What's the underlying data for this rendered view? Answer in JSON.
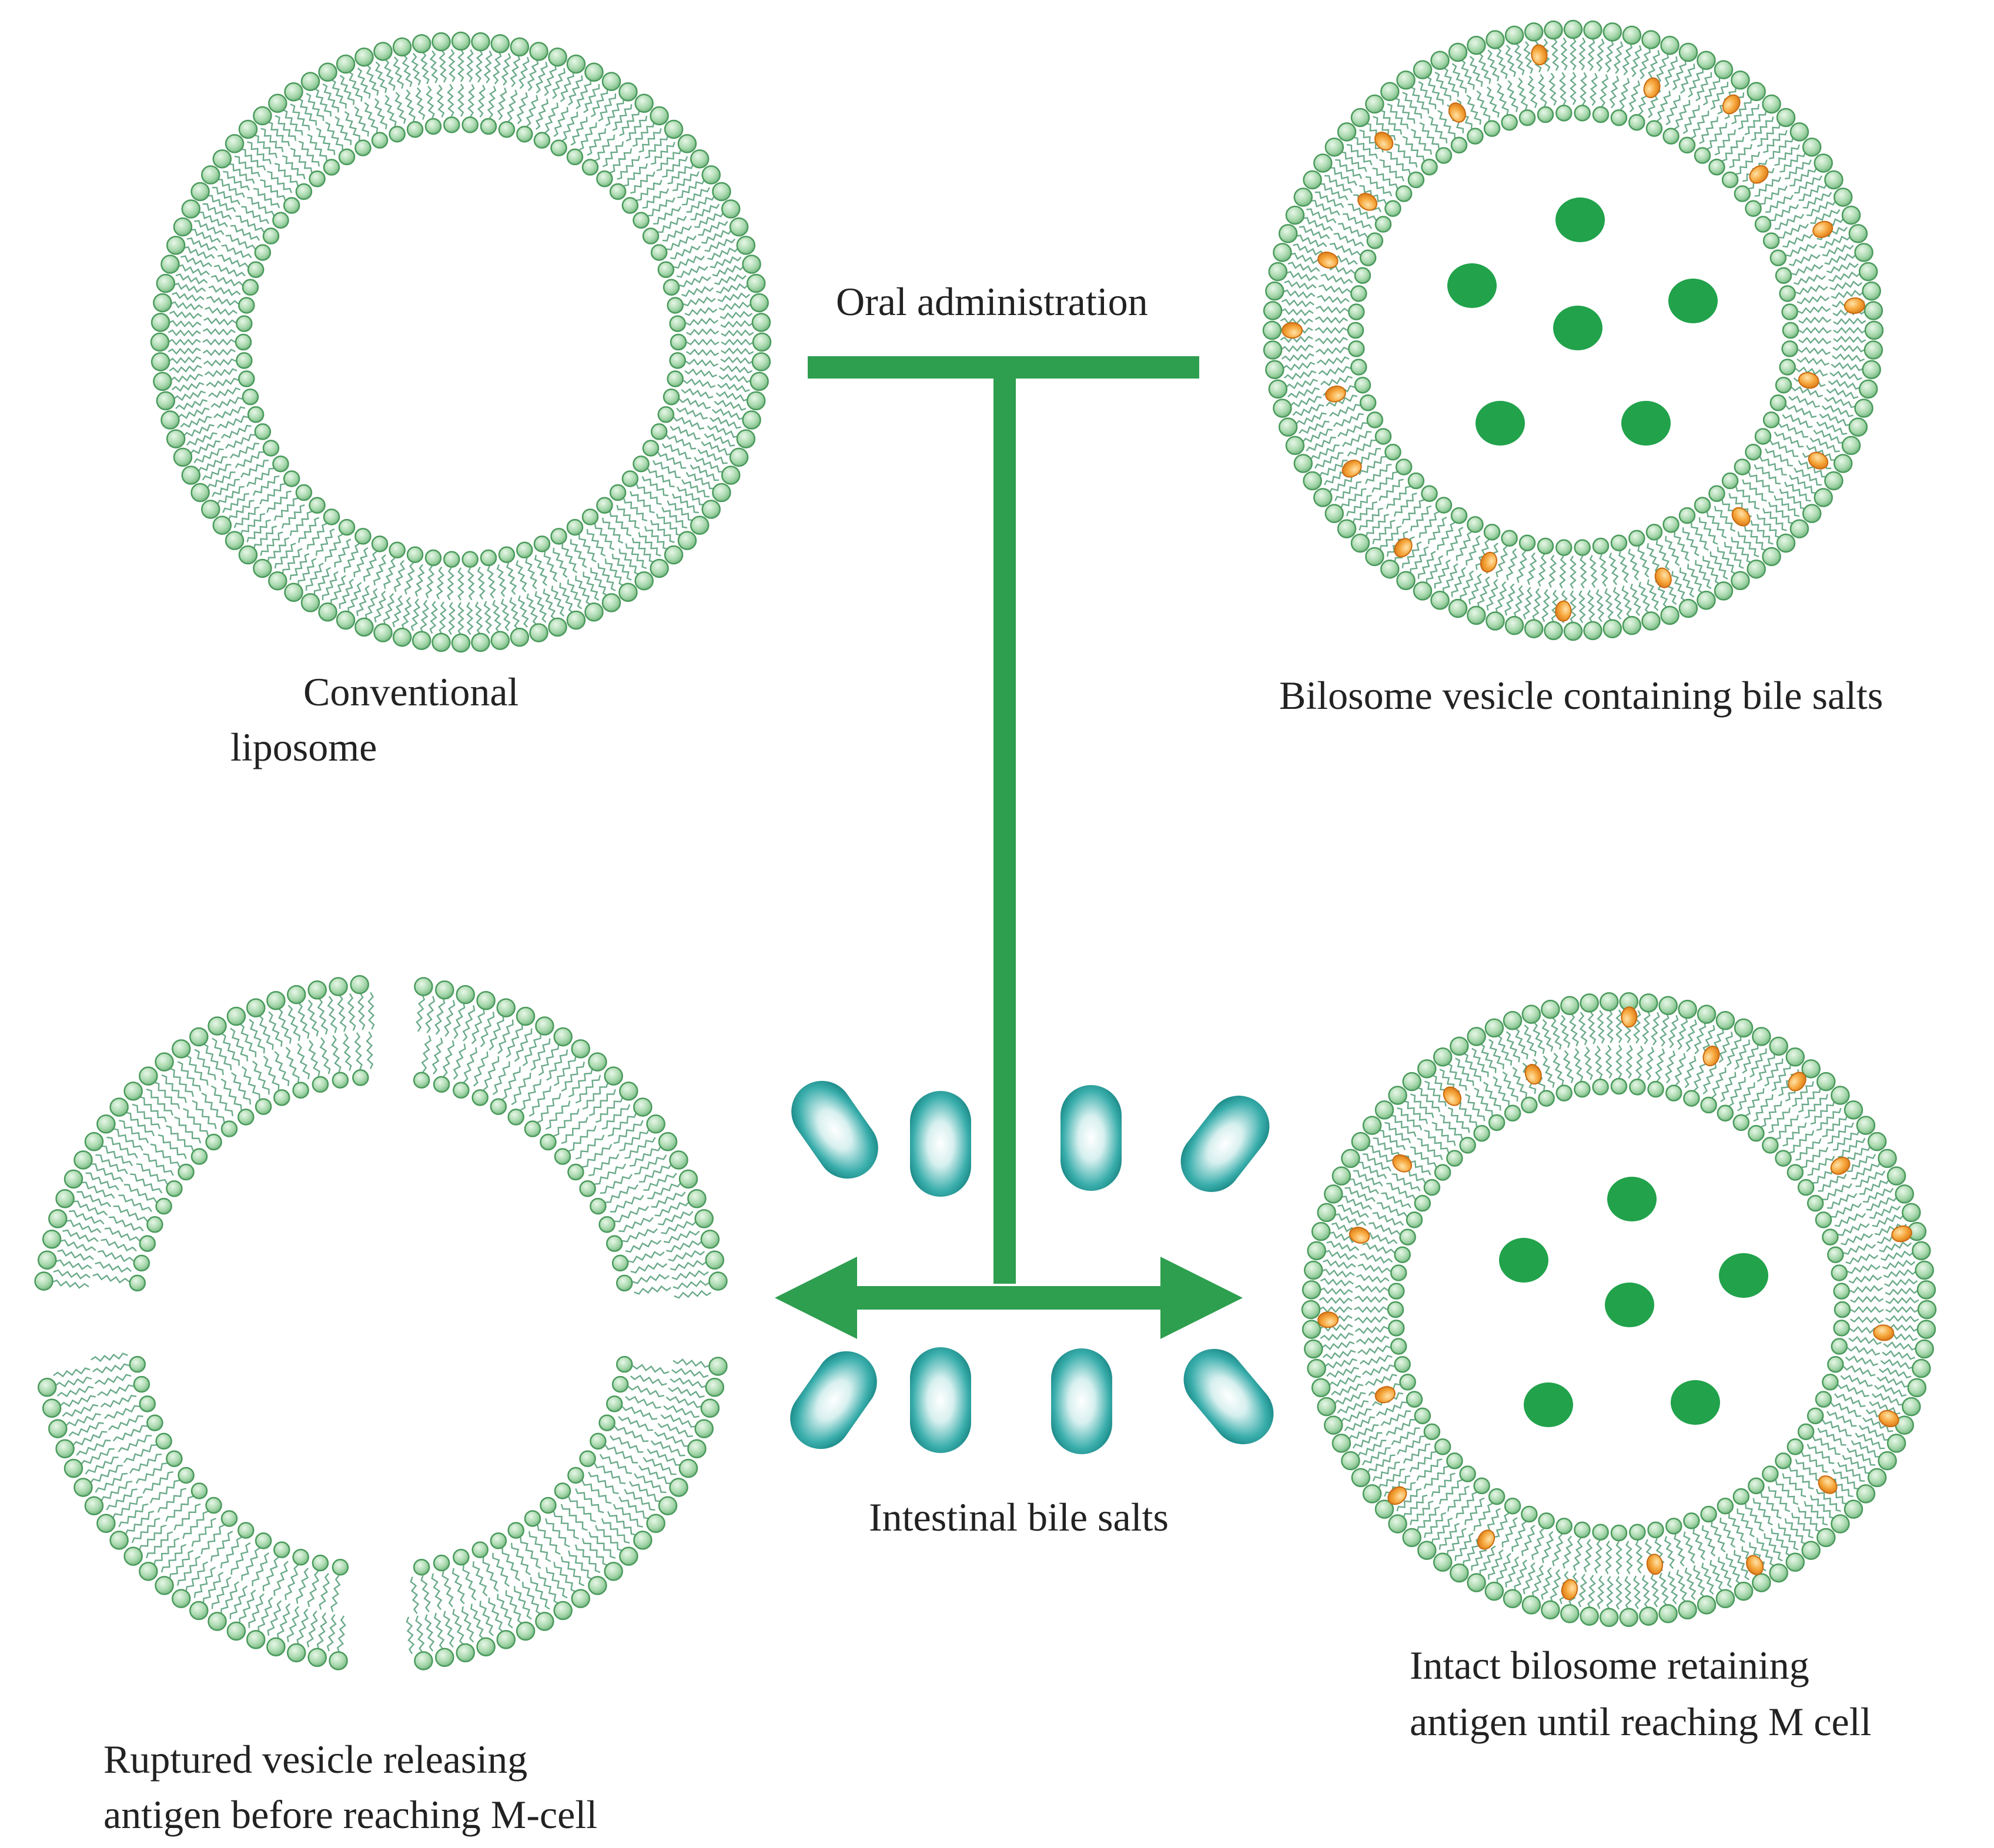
{
  "labels": {
    "conventional_line1": "Conventional",
    "conventional_line2": "liposome",
    "bilosome": "Bilosome vesicle containing bile salts",
    "oral": "Oral administration",
    "ruptured_line1": "Ruptured vesicle releasing",
    "ruptured_line2": "antigen before reaching M-cell",
    "intestinal": "Intestinal bile salts",
    "intact_line1": "Intact bilosome retaining",
    "intact_line2": "antigen until reaching M cell"
  },
  "colors": {
    "arrow": "#2e9e4f",
    "head_fill": "#bfe3bf",
    "head_stroke": "#4a9a5c",
    "tail": "#6aaa8a",
    "antigen": "#21a24b",
    "bile_salt_in_membrane": "#f4a233",
    "bile_salt_capsule": "#1f9c9a"
  }
}
